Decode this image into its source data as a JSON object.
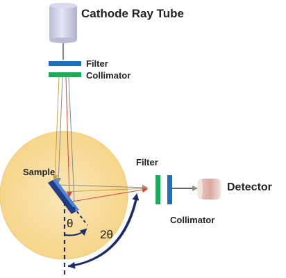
{
  "diagram": {
    "title": "",
    "components": {
      "source": "Cathode Ray Tube",
      "incident_filter": "Filter",
      "incident_collimator": "Collimator",
      "sample": "Sample",
      "diffracted_filter": "Filter",
      "detector": "Detector",
      "diffracted_collimator": "Collimator"
    },
    "angles": {
      "theta": "θ",
      "two_theta": "2θ"
    }
  },
  "colors": {
    "background": "#ffffff",
    "goniometer_circle": "#f7d98c",
    "filter_blue": "#1f6fbf",
    "collimator_green": "#1fa85a",
    "arrow_dark_blue": "#1a2c6b",
    "ray_gray": "#8a8a8a",
    "ray_red": "#d0473d",
    "ray_orange": "#c8a23c",
    "tube_lavender": "#cfd2e6",
    "detector_pink": "#e6b8b0",
    "text": "#222222"
  }
}
